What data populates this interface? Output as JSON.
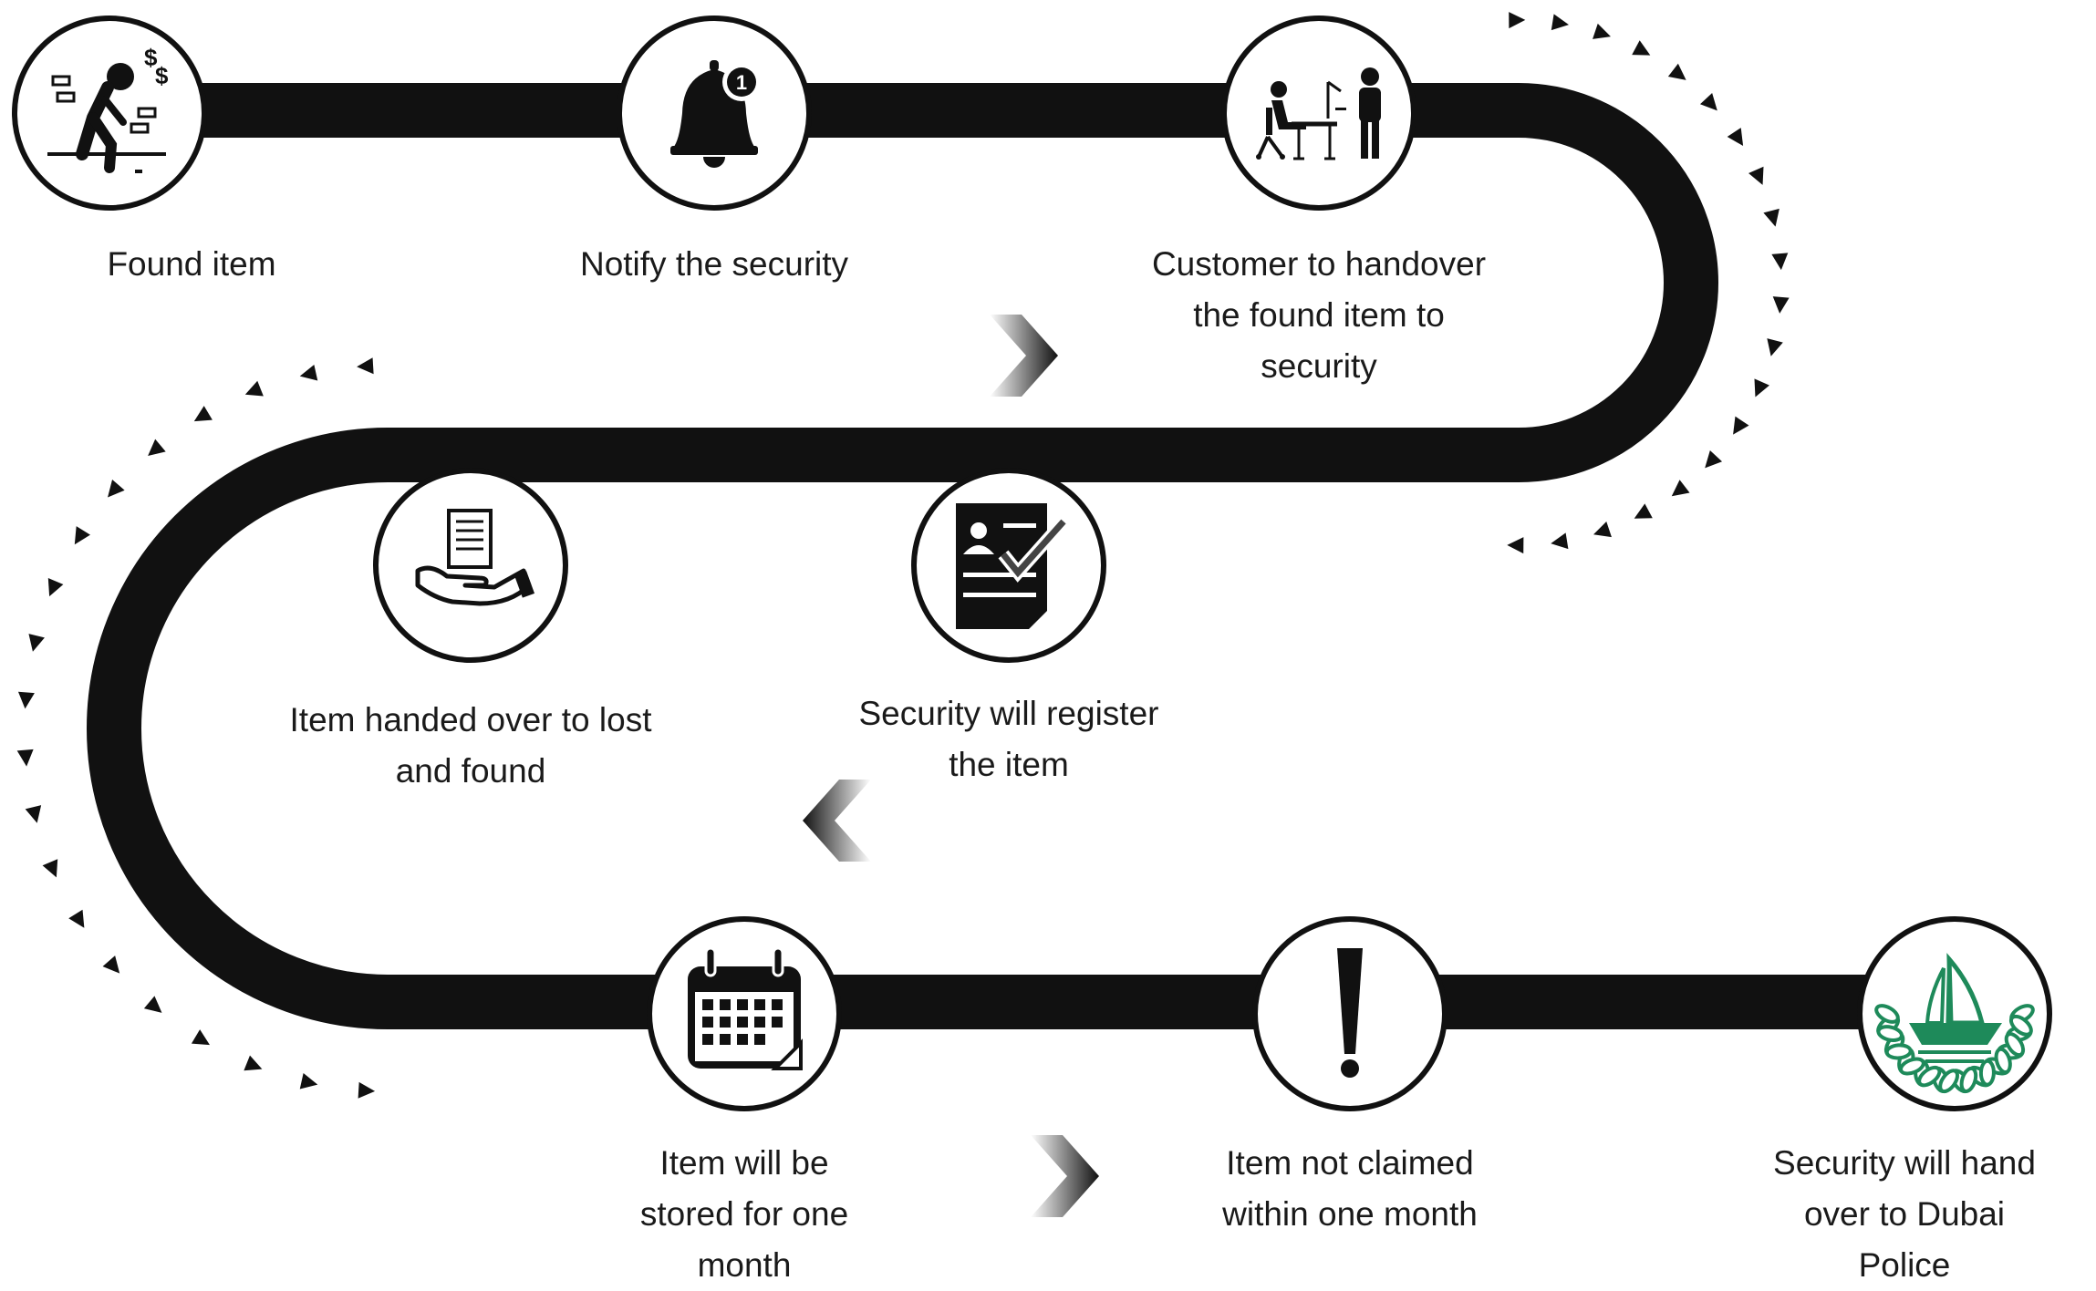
{
  "steps": [
    {
      "label": "Found item",
      "icon": "person-searching-icon"
    },
    {
      "label": "Notify the security",
      "icon": "notification-bell-icon",
      "badge": "1"
    },
    {
      "label": "Customer to handover\nthe found item to\nsecurity",
      "icon": "office-handover-icon"
    },
    {
      "label": "Security will register\nthe item",
      "icon": "registration-document-icon"
    },
    {
      "label": "Item handed over to lost\nand found",
      "icon": "hand-document-icon"
    },
    {
      "label": "Item will be\nstored for one\nmonth",
      "icon": "calendar-icon"
    },
    {
      "label": "Item not claimed\nwithin one month",
      "icon": "exclamation-icon"
    },
    {
      "label": "Security will hand\nover to Dubai\nPolice",
      "icon": "dubai-police-emblem-icon"
    }
  ],
  "colors": {
    "track": "#111111",
    "circle_fill": "#ffffff",
    "circle_stroke": "#111111",
    "emblem": "#1e8a5a",
    "arrow": "#111111"
  }
}
